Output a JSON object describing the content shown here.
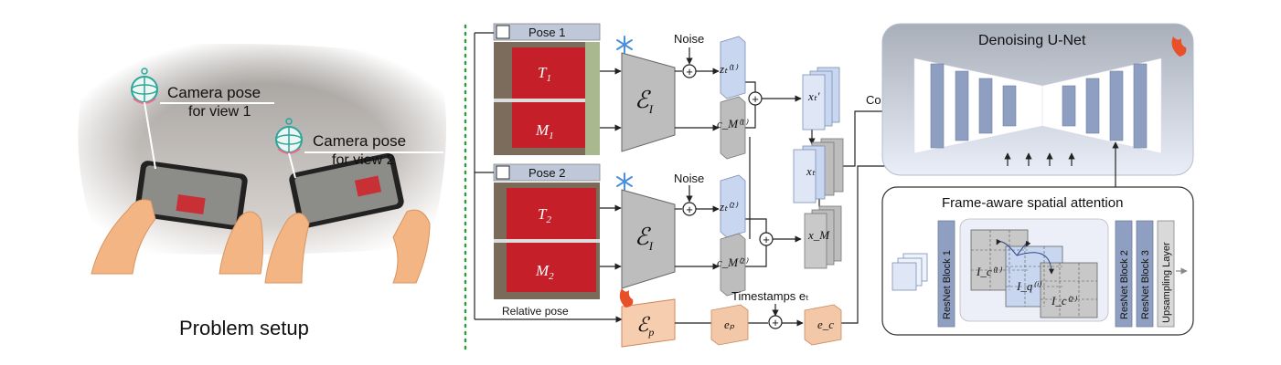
{
  "problem_setup": {
    "view1_label_line1": "Camera pose",
    "view1_label_line2": "for view 1",
    "view2_label_line1": "Camera pose",
    "view2_label_line2": "for view 2",
    "caption": "Problem setup"
  },
  "inputs": {
    "pose1_label": "Pose 1",
    "pose2_label": "Pose 2",
    "t1": "T",
    "t1_sub": "1",
    "m1": "M",
    "m1_sub": "1",
    "t2": "T",
    "t2_sub": "2",
    "m2": "M",
    "m2_sub": "2",
    "relative_pose": "Relative pose"
  },
  "encoders": {
    "image_encoder_symbol": "ℰ",
    "image_encoder_sub": "I",
    "pose_encoder_symbol": "ℰ",
    "pose_encoder_sub": "p",
    "noise_label_1": "Noise",
    "noise_label_2": "Noise",
    "plus_symbol": "+"
  },
  "latents": {
    "zt1": "zₜ⁽¹⁾",
    "cm1": "c_M⁽¹⁾",
    "zt2": "zₜ⁽²⁾",
    "cm2": "c_M⁽²⁾",
    "xt_prime": "xₜ'",
    "xt": "xₜ",
    "xm": "x_M",
    "ep": "eₚ",
    "ec": "e_c",
    "timestamps": "Timestamps eₜ"
  },
  "unet": {
    "title": "Denoising U-Net",
    "conv_label": "Conv"
  },
  "attention": {
    "title": "Frame-aware spatial attention",
    "resnet1": "ResNet Block 1",
    "resnet2": "ResNet Block 2",
    "resnet3": "ResNet Block 3",
    "upsampling": "Upsampling Layer",
    "ic1": "I_c⁽¹⁾",
    "iq": "I_q⁽ⁱ⁾",
    "ic2": "I_c⁽²⁾"
  },
  "colors": {
    "frozen": "#4a90d9",
    "trainable": "#e8502a",
    "encoder_gray": "#b9b9b9",
    "latent_blue": "#c9d6f0",
    "pose_orange": "#f3c8a8",
    "unet_panel": "#c7d3e6",
    "divider_green": "#2e9e3e"
  }
}
